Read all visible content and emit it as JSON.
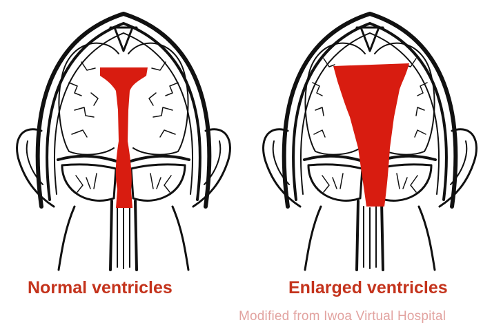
{
  "diagrams": [
    {
      "caption": "Normal ventricles"
    },
    {
      "caption": "Enlarged ventricles"
    }
  ],
  "credit": "Modified from Iwoa Virtual Hospital",
  "colors": {
    "ventricle": "#d81c10",
    "caption": "#c4331c",
    "credit": "#e2a3a0",
    "line": "#111111"
  }
}
